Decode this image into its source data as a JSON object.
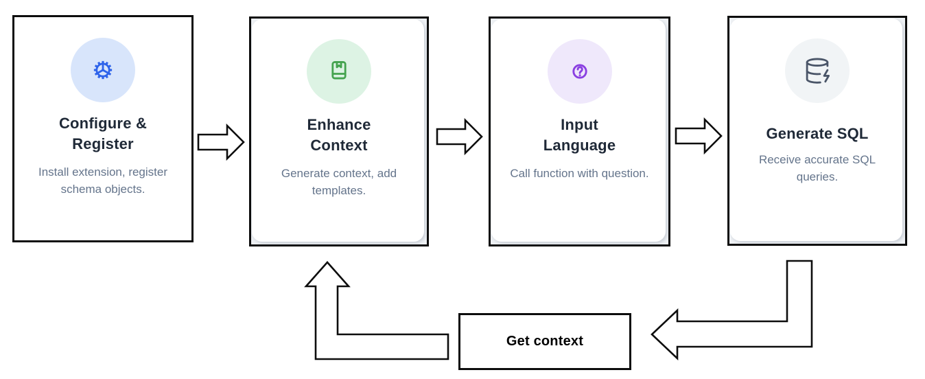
{
  "diagram": {
    "cards": [
      {
        "title_line1": "Configure &",
        "title_line2": "Register",
        "description": "Install extension, register schema objects.",
        "icon": "gear-icon",
        "icon_color": "#2e63ea",
        "icon_bg": "#d8e5fb"
      },
      {
        "title_line1": "Enhance",
        "title_line2": "Context",
        "description": "Generate context, add templates.",
        "icon": "book-bookmark-icon",
        "icon_color": "#44a34e",
        "icon_bg": "#ddf3e4"
      },
      {
        "title_line1": "Input",
        "title_line2": "Language",
        "description": "Call function with question.",
        "icon": "help-circle-icon",
        "icon_color": "#8a3fe1",
        "icon_bg": "#efe8fb"
      },
      {
        "title_line1": "Generate SQL",
        "title_line2": "",
        "description": "Receive accurate SQL queries.",
        "icon": "database-zap-icon",
        "icon_color": "#4a5568",
        "icon_bg": "#f1f4f6"
      }
    ],
    "loop_label": "Get context"
  }
}
